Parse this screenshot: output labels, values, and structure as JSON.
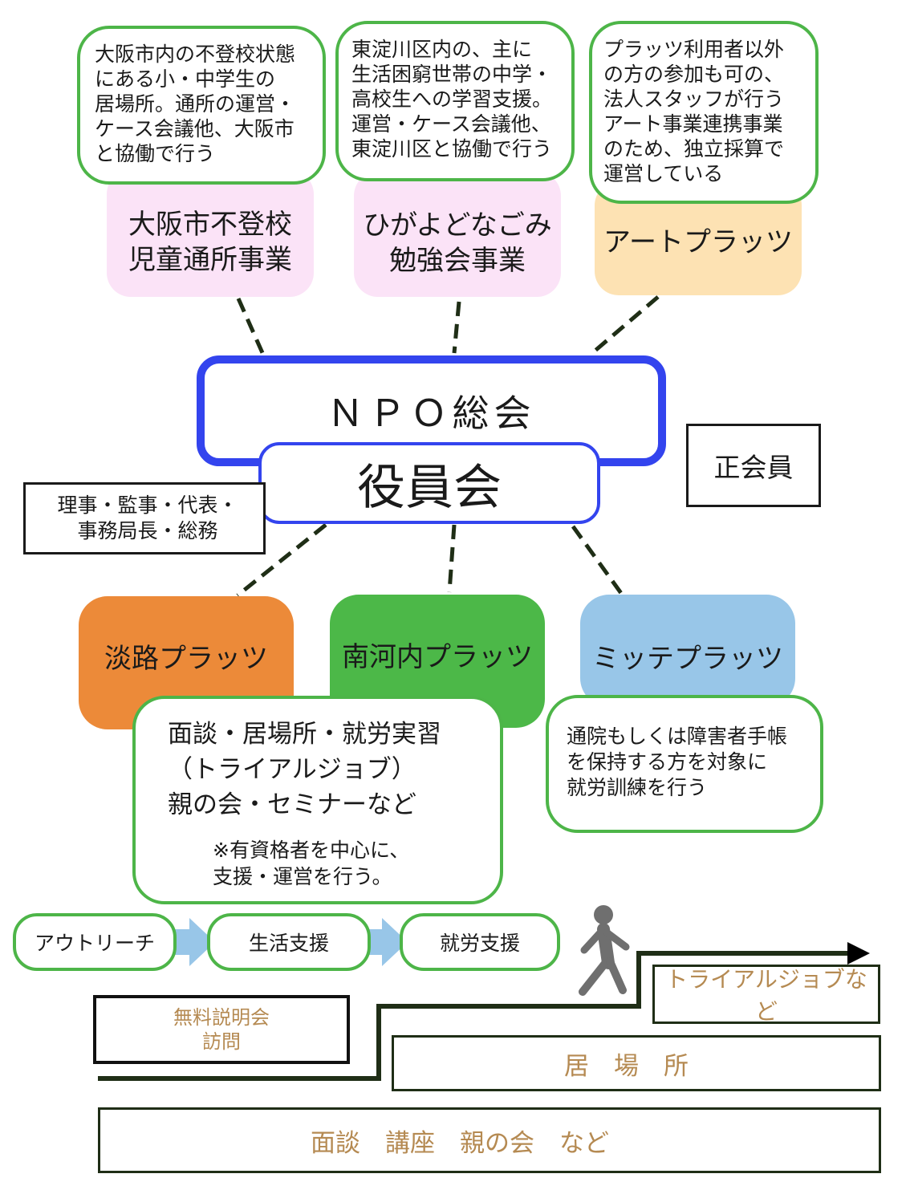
{
  "projects": [
    {
      "name": "大阪市不登校\n児童通所事業",
      "note": "大阪市内の不登校状態\nにある小・中学生の\n居場所。通所の運営・\nケース会議他、大阪市\nと協働で行う"
    },
    {
      "name": "ひがよどなごみ\n勉強会事業",
      "note": "東淀川区内の、主に\n生活困窮世帯の中学・\n高校生への学習支援。\n運営・ケース会議他、\n東淀川区と協働で行う"
    },
    {
      "name": "アートプラッツ",
      "note": "プラッツ利用者以外\nの方の参加も可の、\n法人スタッフが行う\nアート事業連携事業\nのため、独立採算で\n運営している"
    }
  ],
  "center": {
    "general_meeting": "ＮＰＯ総会",
    "board": "役員会",
    "board_members": "理事・監事・代表・\n事務局長・総務",
    "regular_members": "正会員"
  },
  "branches": [
    {
      "name": "淡路プラッツ",
      "color": "#ec8a39"
    },
    {
      "name": "南河内プラッツ",
      "color": "#4cb848"
    },
    {
      "name": "ミッテプラッツ",
      "color": "#98c6e8"
    }
  ],
  "branch_notes": {
    "shared": {
      "main": "面談・居場所・就労実習\n（トライアルジョブ）\n親の会・セミナーなど",
      "sub": "※有資格者を中心に、\n支援・運営を行う。"
    },
    "mitte": "通院もしくは障害者手帳\nを保持する方を対象に\n就労訓練を行う"
  },
  "flow": {
    "steps": [
      "アウトリーチ",
      "生活支援",
      "就労支援"
    ],
    "arrow_color": "#98c6e8"
  },
  "stairs": {
    "step1": "無料説明会\n訪問",
    "step2": "居　場　所",
    "step3": "トライアルジョブなど",
    "base": "面談　講座　親の会　など"
  },
  "colors": {
    "note_border": "#4db548",
    "npo_border": "#3344ee",
    "stair_line": "#1f2e16",
    "stair_text": "#b58a52"
  }
}
